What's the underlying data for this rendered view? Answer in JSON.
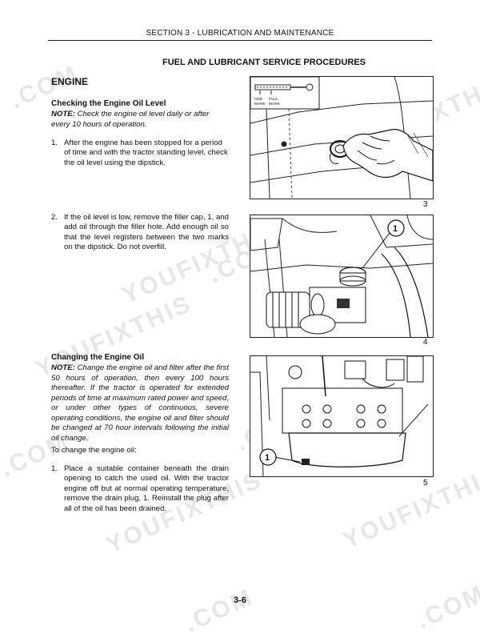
{
  "header": {
    "section": "SECTION 3 - LUBRICATION AND MAINTENANCE"
  },
  "title": "FUEL AND LUBRICANT SERVICE PROCEDURES",
  "engine_heading": "ENGINE",
  "checking": {
    "heading": "Checking the Engine Oil Level",
    "note_label": "NOTE:",
    "note_text": "Check the engine oil level daily or after every 10 hours of operation.",
    "steps": [
      {
        "num": "1.",
        "text": "After the engine has been stopped for a period of time and with the tractor standing level, check the oil level using the dipstick."
      },
      {
        "num": "2.",
        "text": "If the oil level is low, remove the filler cap, 1, and add oil through the filler hole. Add enough oil so that the level registers between the two marks on the dipstick. Do not overfill."
      }
    ]
  },
  "changing": {
    "heading": "Changing the Engine Oil",
    "note_label": "NOTE:",
    "note_text": "Change the engine oil and filter after the first 50 hours of operation, then every 100 hours thereafter. If the tractor is operated for extended periods of time at maximum rated power and speed, or under other types of continuous, severe operating conditions, the engine oil and filter should be changed at 70 hour intervals following the initial oil change.",
    "intro": "To change the engine oil:",
    "steps": [
      {
        "num": "1.",
        "text": "Place a suitable container beneath the drain opening to catch the used oil. With the tractor engine off but at normal operating temperature, remove the drain plug, 1. Reinstall the plug after all of the oil has been drained."
      }
    ]
  },
  "figures": [
    {
      "number": "3",
      "labels": {
        "add_mark": "ADD MARK",
        "full_mark": "FULL MARK"
      }
    },
    {
      "number": "4",
      "callout": "1"
    },
    {
      "number": "5",
      "callout": "1"
    }
  ],
  "page_number": "3-6",
  "watermark": {
    "brand": "YOUFIXTHIS",
    "suffix": ".COM"
  }
}
